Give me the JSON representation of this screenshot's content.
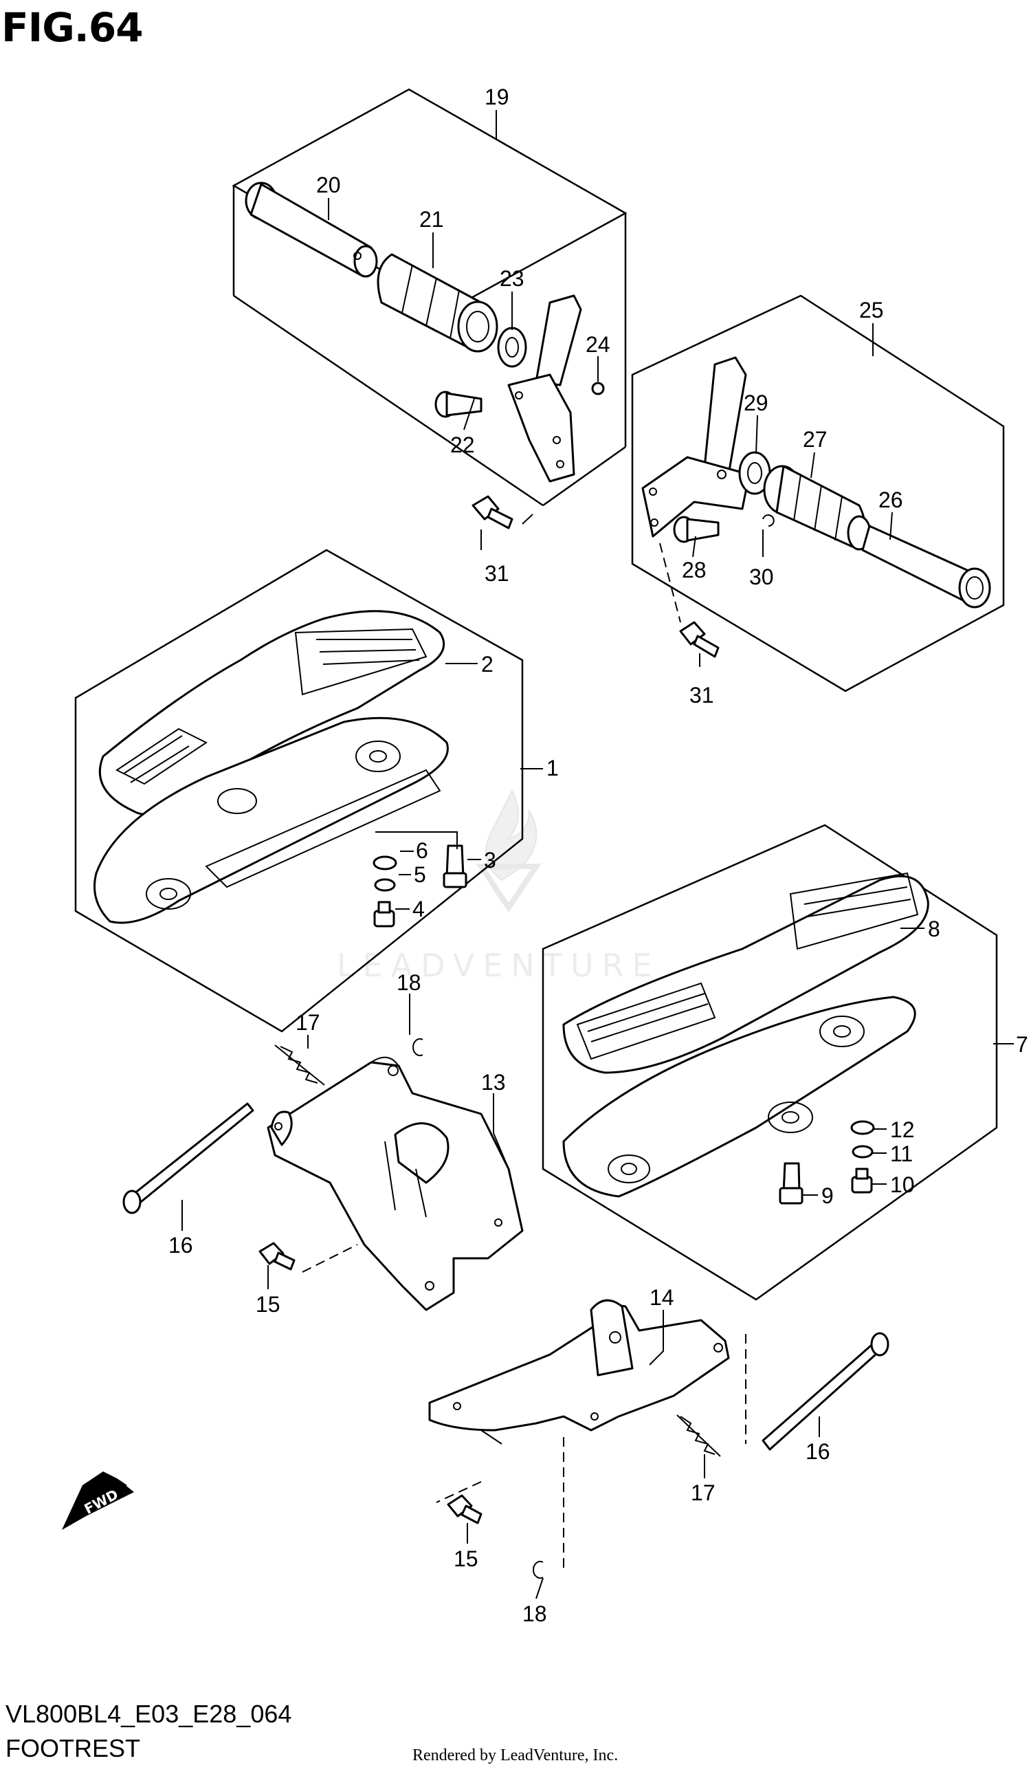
{
  "figure": {
    "title": "FIG.64"
  },
  "footer": {
    "model_code": "VL800BL4_E03_E28_064",
    "diagram_name": "FOOTREST",
    "render_credit": "Rendered by LeadVenture, Inc."
  },
  "watermark": {
    "text": "LEADVENTURE"
  },
  "fwd_arrow": {
    "label": "FWD"
  },
  "callouts": [
    {
      "id": "c19",
      "text": "19"
    },
    {
      "id": "c20",
      "text": "20"
    },
    {
      "id": "c21",
      "text": "21"
    },
    {
      "id": "c23",
      "text": "23"
    },
    {
      "id": "c24",
      "text": "24"
    },
    {
      "id": "c22",
      "text": "22"
    },
    {
      "id": "c31a",
      "text": "31"
    },
    {
      "id": "c25",
      "text": "25"
    },
    {
      "id": "c29",
      "text": "29"
    },
    {
      "id": "c27",
      "text": "27"
    },
    {
      "id": "c26",
      "text": "26"
    },
    {
      "id": "c28",
      "text": "28"
    },
    {
      "id": "c30",
      "text": "30"
    },
    {
      "id": "c31b",
      "text": "31"
    },
    {
      "id": "c2",
      "text": "2"
    },
    {
      "id": "c1",
      "text": "1"
    },
    {
      "id": "c6",
      "text": "6"
    },
    {
      "id": "c5",
      "text": "5"
    },
    {
      "id": "c3",
      "text": "3"
    },
    {
      "id": "c4",
      "text": "4"
    },
    {
      "id": "c18a",
      "text": "18"
    },
    {
      "id": "c17a",
      "text": "17"
    },
    {
      "id": "c13",
      "text": "13"
    },
    {
      "id": "c16a",
      "text": "16"
    },
    {
      "id": "c15a",
      "text": "15"
    },
    {
      "id": "c8",
      "text": "8"
    },
    {
      "id": "c7",
      "text": "7"
    },
    {
      "id": "c12",
      "text": "12"
    },
    {
      "id": "c11",
      "text": "11"
    },
    {
      "id": "c9",
      "text": "9"
    },
    {
      "id": "c10",
      "text": "10"
    },
    {
      "id": "c14",
      "text": "14"
    },
    {
      "id": "c16b",
      "text": "16"
    },
    {
      "id": "c17b",
      "text": "17"
    },
    {
      "id": "c15b",
      "text": "15"
    },
    {
      "id": "c18b",
      "text": "18"
    }
  ]
}
